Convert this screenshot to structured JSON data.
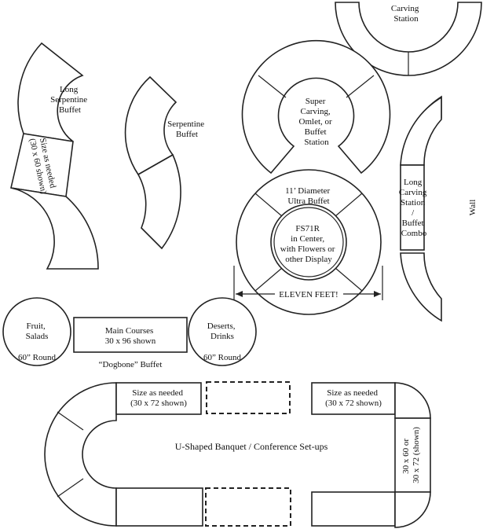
{
  "labels": {
    "carving_station": [
      "Carving",
      "Station"
    ],
    "long_serpentine": [
      "Long",
      "Serpentine",
      "Buffet"
    ],
    "long_serpentine_size": [
      "Size as needed",
      "(30 x 60 shown)"
    ],
    "serpentine": [
      "Serpentine",
      "Buffet"
    ],
    "super_carving": [
      "Super",
      "Carving,",
      "Omlet, or",
      "Buffet",
      "Station"
    ],
    "ultra_buffet": [
      "11’  Diameter",
      "Ultra Buffet"
    ],
    "fs71r": [
      "FS71R",
      "in Center,",
      "with Flowers or",
      "other Display"
    ],
    "eleven_feet": "ELEVEN FEET!",
    "long_carving": [
      "Long",
      "Carving",
      "Station",
      "/",
      "Buffet",
      "Combo"
    ],
    "wall": "Wall",
    "fruit_salads": [
      "Fruit,",
      "Salads"
    ],
    "round_left": "60” Round",
    "main_courses": [
      "Main Courses",
      "30 x 96 shown"
    ],
    "deserts_drinks": [
      "Deserts,",
      "Drinks"
    ],
    "round_right": "60” Round",
    "dogbone": "“Dogbone” Buffet",
    "size_left": [
      "Size as needed",
      "(30 x 72 shown)"
    ],
    "size_right": [
      "Size as needed",
      "(30 x 72 shown)"
    ],
    "u_shaped": "U-Shaped Banquet / Conference Set-ups",
    "vertical_size": [
      "30 x 60 or",
      "30 x 72 (shown)"
    ]
  }
}
